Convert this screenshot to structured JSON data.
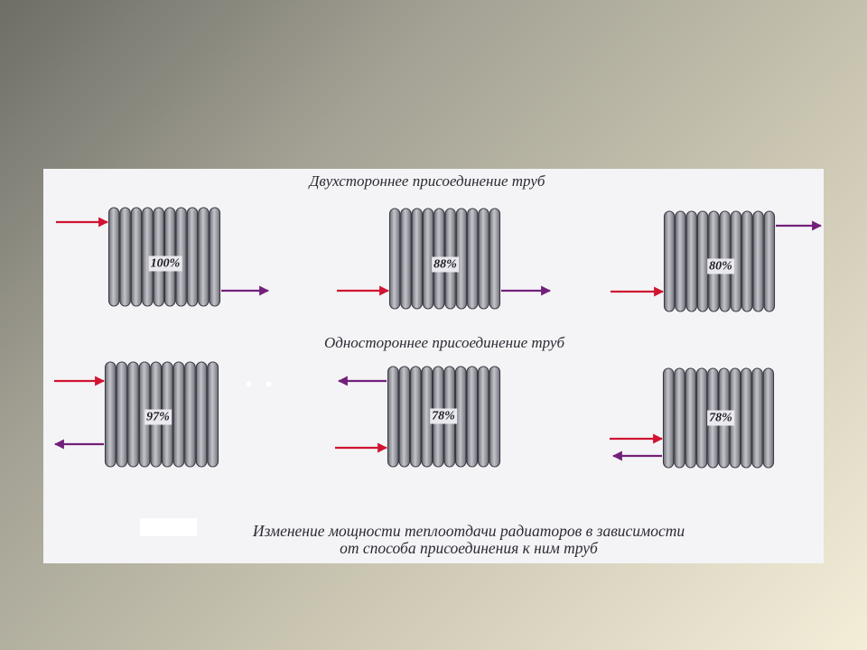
{
  "colors": {
    "supply_arrow": "#d01431",
    "return_arrow": "#73207a",
    "radiator_fill": "#9c9ca4",
    "panel_background": "#f4f4f6"
  },
  "headings": {
    "two_sided": "Двухстороннее присоединение труб",
    "one_sided": "Одностороннее присоединение труб"
  },
  "caption": {
    "line1": "Изменение мощности теплоотдачи радиаторов в зависимости",
    "line2": "от способа присоединения к ним труб"
  },
  "radiators": [
    {
      "id": "r1",
      "efficiency": "100%",
      "inlet": "top-left",
      "outlet": "bottom-right"
    },
    {
      "id": "r2",
      "efficiency": "88%",
      "inlet": "bottom-left",
      "outlet": "bottom-right"
    },
    {
      "id": "r3",
      "efficiency": "80%",
      "inlet": "bottom-left",
      "outlet": "top-right"
    },
    {
      "id": "r4",
      "efficiency": "97%",
      "inlet": "top-left",
      "outlet": "bottom-left"
    },
    {
      "id": "r5",
      "efficiency": "78%",
      "inlet": "bottom-left",
      "outlet": "top-left"
    },
    {
      "id": "r6",
      "efficiency": "78%",
      "inlet": "bottom-left",
      "outlet": "bottom-left"
    }
  ]
}
